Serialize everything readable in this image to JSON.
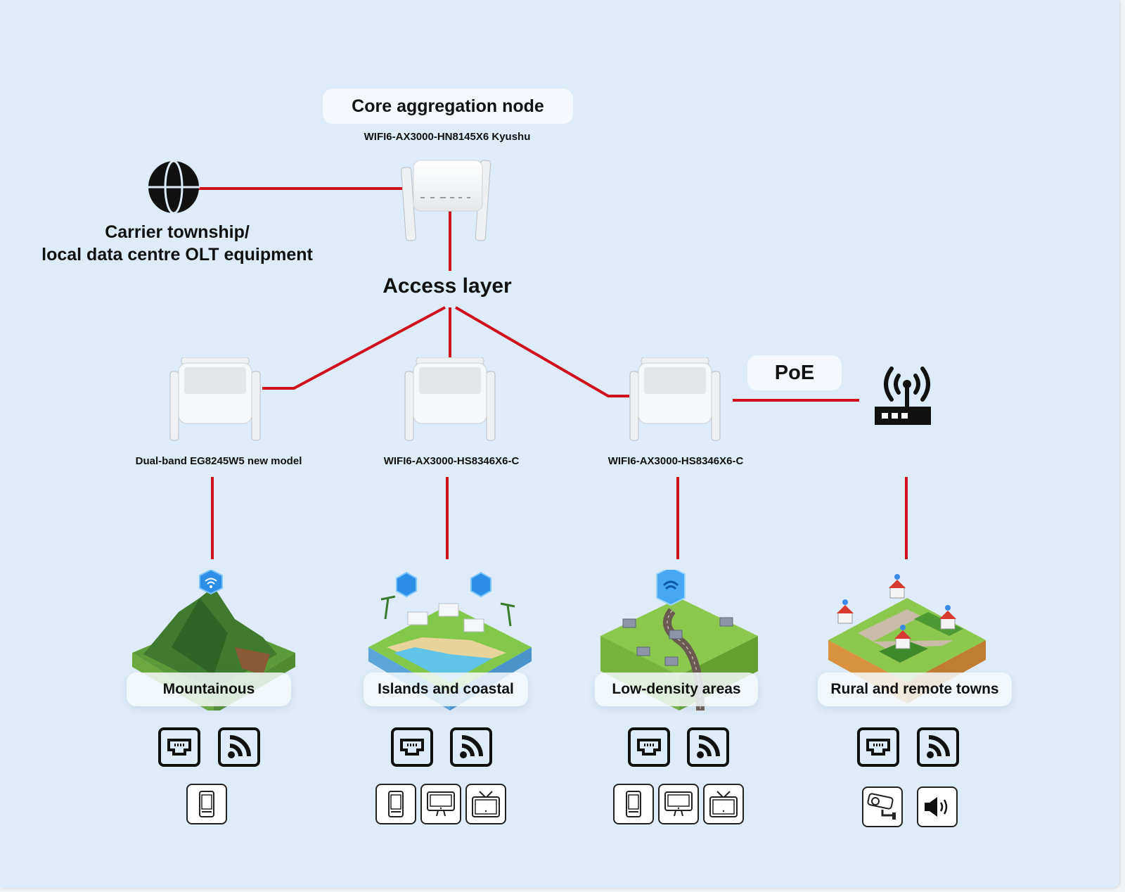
{
  "core": {
    "title": "Core aggregation node",
    "model": "WIFI6-AX3000-HN8145X6 Kyushu"
  },
  "olt": {
    "icon": "globe-icon",
    "label_line1": "Carrier township/",
    "label_line2": "local data centre OLT equipment"
  },
  "access_layer": {
    "label": "Access layer"
  },
  "poe": {
    "label": "PoE",
    "icon": "wireless-access-point-icon"
  },
  "access_devices": [
    {
      "model": "Dual-band EG8245W5 new model"
    },
    {
      "model": "WIFI6-AX3000-HS8346X6-C"
    },
    {
      "model": "WIFI6-AX3000-HS8346X6-C"
    }
  ],
  "scenarios": [
    {
      "label": "Mountainous",
      "ports": [
        "ethernet-port-icon",
        "wifi-signal-icon"
      ],
      "devices": [
        "smartphone-icon"
      ]
    },
    {
      "label": "Islands and coastal",
      "ports": [
        "ethernet-port-icon",
        "wifi-signal-icon"
      ],
      "devices": [
        "smartphone-icon",
        "desktop-monitor-icon",
        "television-icon"
      ]
    },
    {
      "label": "Low-density areas",
      "ports": [
        "ethernet-port-icon",
        "wifi-signal-icon"
      ],
      "devices": [
        "smartphone-icon",
        "desktop-monitor-icon",
        "television-icon"
      ]
    },
    {
      "label": "Rural and remote towns",
      "ports": [
        "ethernet-port-icon",
        "wifi-signal-icon"
      ],
      "devices": [
        "security-camera-icon",
        "speaker-icon"
      ]
    }
  ],
  "colors": {
    "background": "#deebf8",
    "link": "#d0101c",
    "label_bg": "#f4f8fc"
  }
}
